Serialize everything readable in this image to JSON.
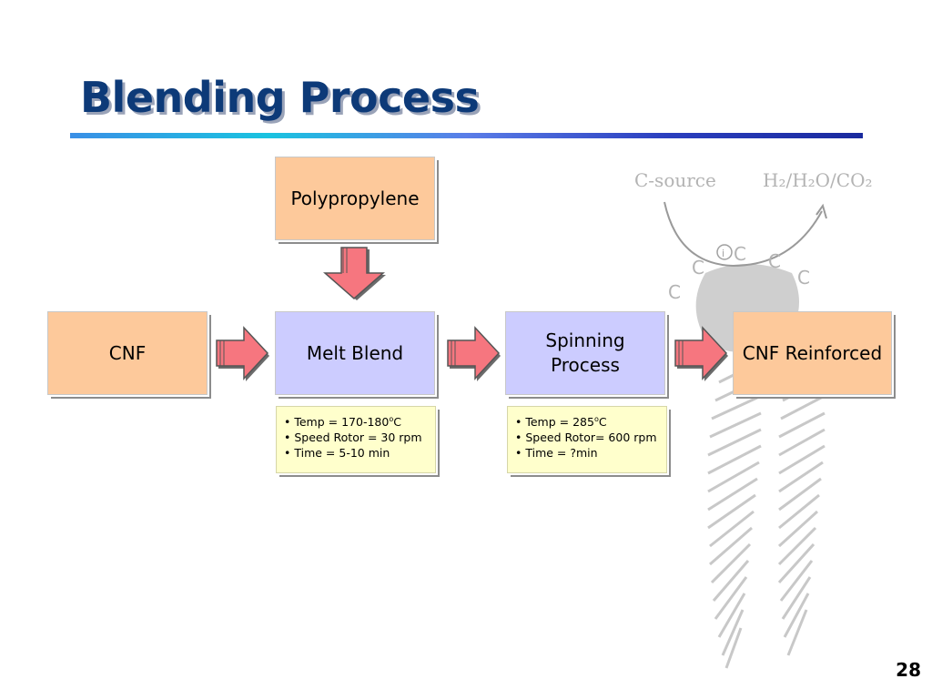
{
  "slide": {
    "title": "Blending Process",
    "page_number": "28"
  },
  "background_diagram": {
    "labels": [
      "C-source",
      "H₂/H₂O/CO₂",
      "C",
      "C",
      "C",
      "C",
      "C"
    ],
    "markers": [
      "i"
    ]
  },
  "flow": {
    "polypropylene": "Polypropylene",
    "cnf": "CNF",
    "melt_blend": "Melt Blend",
    "spinning_line1": "Spinning",
    "spinning_line2": "Process",
    "cnf_reinforced": "CNF Reinforced"
  },
  "melt_blend_params": [
    {
      "label": "Temp = 170-180",
      "sup": "o",
      "unit": "C"
    },
    {
      "label": "Speed Rotor = 30 rpm",
      "sup": "",
      "unit": ""
    },
    {
      "label": "Time = 5-10 min",
      "sup": "",
      "unit": ""
    }
  ],
  "spinning_params": [
    {
      "label": "Temp = 285",
      "sup": "o",
      "unit": "C"
    },
    {
      "label": "Speed Rotor= 600 rpm",
      "sup": "",
      "unit": ""
    },
    {
      "label": "Time = ?min",
      "sup": "",
      "unit": ""
    }
  ],
  "colors": {
    "title": "#0d3a78",
    "process_box_orange": "#fdc99b",
    "process_box_lavender": "#ccccff",
    "note_box": "#ffffcc",
    "arrow_fill": "#f6767f"
  }
}
